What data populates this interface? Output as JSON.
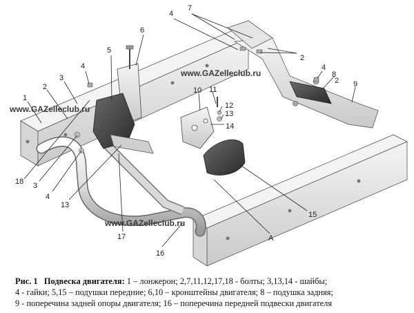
{
  "watermarks": [
    "www.GAZelleclub.ru",
    "www.GAZelleclub.ru",
    "www.GAZelleclub.ru"
  ],
  "callouts": [
    "1",
    "2",
    "2",
    "2",
    "3",
    "3",
    "4",
    "4",
    "4",
    "4",
    "5",
    "6",
    "7",
    "8",
    "9",
    "10",
    "11",
    "12",
    "13",
    "13",
    "14",
    "15",
    "16",
    "17",
    "18",
    "A"
  ],
  "caption": {
    "label": "Рис. 1",
    "title": "Подвеска двигателя:",
    "line1": " 1 – лонжерон; 2,7,11,12,17,18 - болты; 3,13,14 - шайбы;",
    "line2": "4 - гайки; 5,15 – подушки передние; 6,10 – кронштейны двигателя; 8 – подушка задняя;",
    "line3": "9 - поперечина задней опоры двигателя; 16 – поперечина передней подвески двигателя"
  },
  "colors": {
    "background": "#ffffff",
    "metal_light": "#ececec",
    "metal_mid": "#cfcfcf",
    "metal_dark": "#8a8a8a",
    "rubber": "#3b3b3b"
  }
}
